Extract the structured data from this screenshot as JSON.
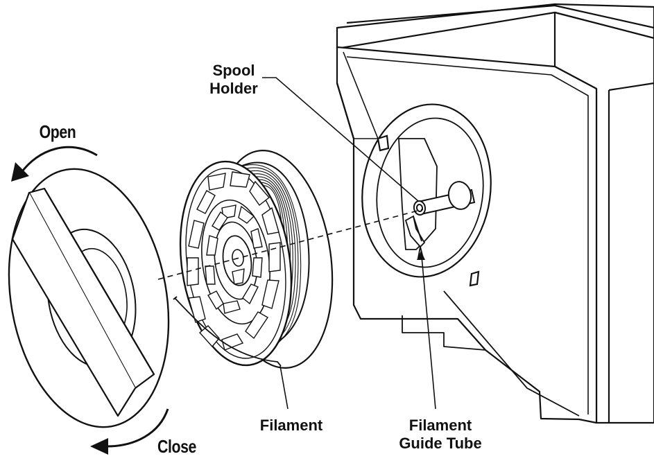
{
  "labels": {
    "spool_holder_line1": "Spool",
    "spool_holder_line2": "Holder",
    "open": "Open",
    "close": "Close",
    "filament": "Filament",
    "filament_guide_tube_line1": "Filament",
    "filament_guide_tube_line2": "Guide Tube"
  },
  "colors": {
    "stroke": "#111111",
    "background": "#ffffff"
  }
}
